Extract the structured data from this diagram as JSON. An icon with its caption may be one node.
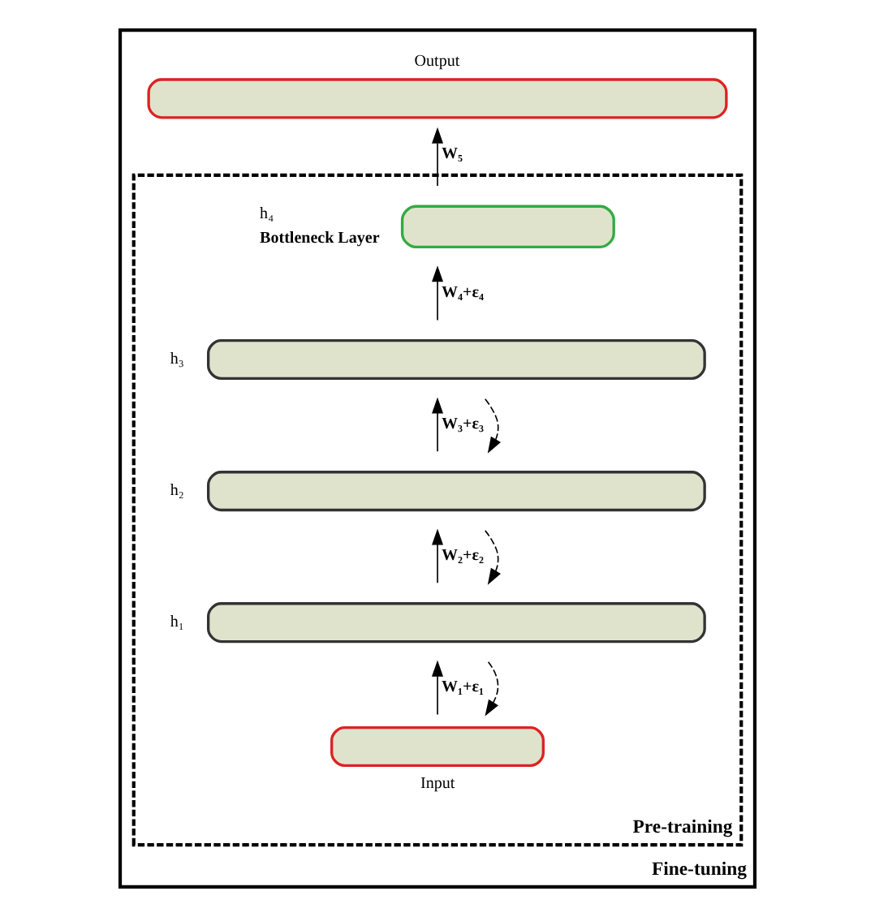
{
  "diagram": {
    "nodes": [
      {
        "text": [
          "Fine-tuning"
        ]
      },
      {
        "text": [
          "Pre-training"
        ],
        "in": 0
      },
      {
        "text": [
          "Output"
        ],
        "in": 0
      },
      {
        "text": [],
        "shape": "bar",
        "in": 1,
        "beside": [
          "h₄",
          "Bottleneck Layer"
        ]
      },
      {
        "text": [],
        "shape": "bar",
        "in": 1,
        "beside": [
          "h₃"
        ]
      },
      {
        "text": [],
        "shape": "bar",
        "in": 1,
        "beside": [
          "h₂"
        ]
      },
      {
        "text": [],
        "shape": "bar",
        "in": 1,
        "beside": [
          "h₁"
        ]
      },
      {
        "text": [
          "Input"
        ],
        "in": 1
      }
    ],
    "edges": [
      {
        "from": 7,
        "to": 6,
        "arrow": "to",
        "label": "W₁+ε₁"
      },
      {
        "from": 6,
        "to": 7,
        "arrow": "to",
        "style": "dashed"
      },
      {
        "from": 6,
        "to": 5,
        "arrow": "to",
        "label": "W₂+ε₂"
      },
      {
        "from": 5,
        "to": 6,
        "arrow": "to",
        "style": "dashed"
      },
      {
        "from": 5,
        "to": 4,
        "arrow": "to",
        "label": "W₃+ε₃"
      },
      {
        "from": 4,
        "to": 5,
        "arrow": "to",
        "style": "dashed"
      },
      {
        "from": 4,
        "to": 3,
        "arrow": "to",
        "label": "W₄+ε₄"
      },
      {
        "from": 3,
        "to": 2,
        "arrow": "to",
        "label": "W₅"
      }
    ]
  }
}
